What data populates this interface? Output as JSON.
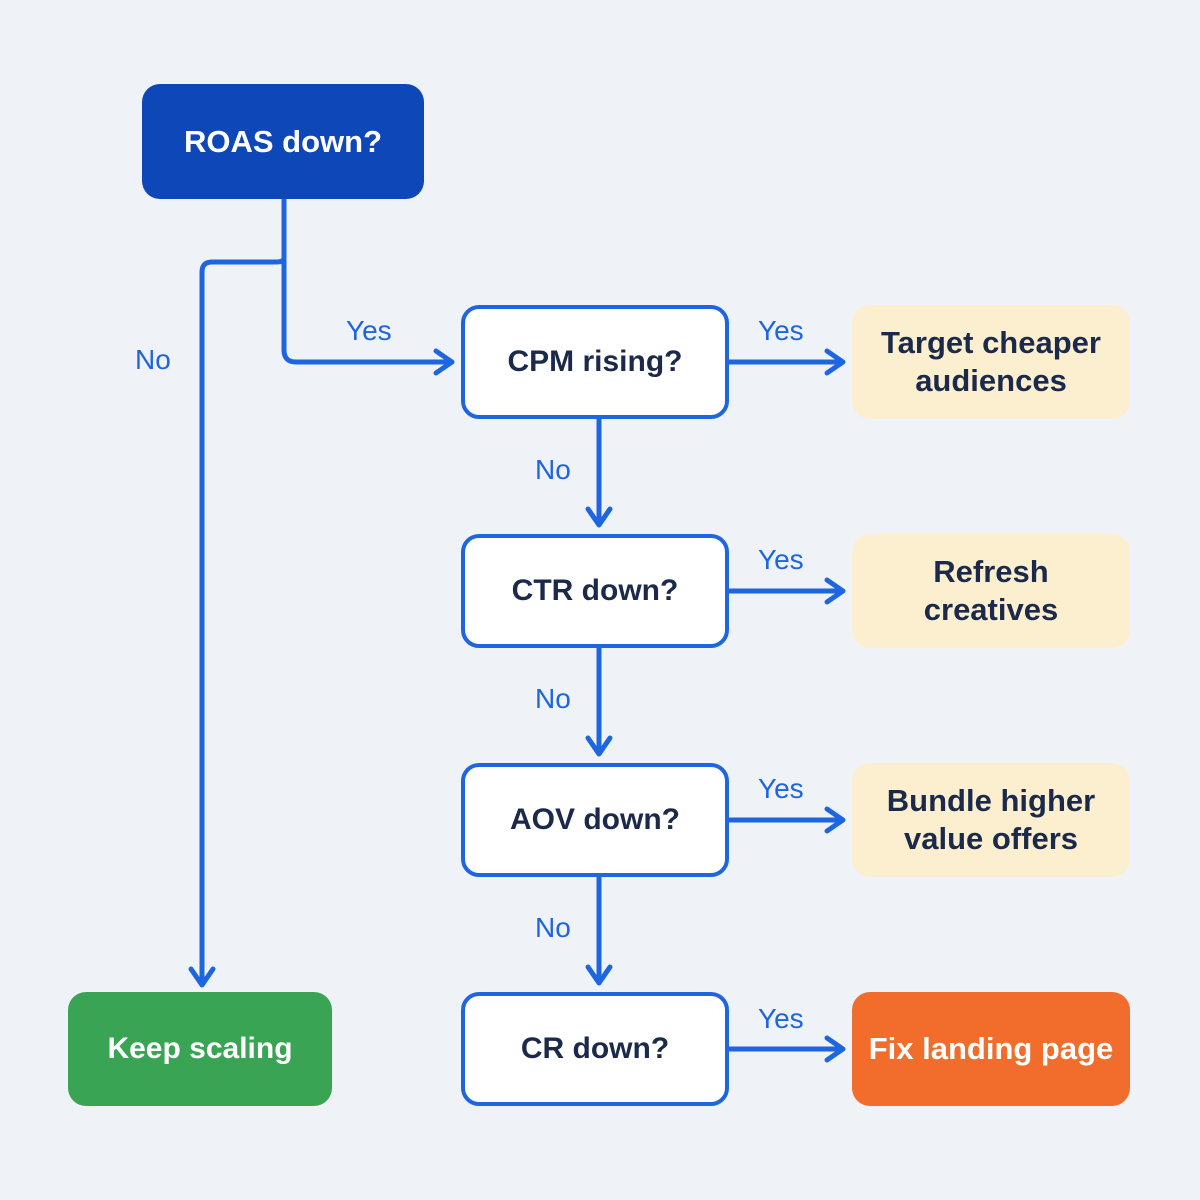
{
  "start": {
    "label": "ROAS down?"
  },
  "decisions": [
    {
      "label": "CPM rising?"
    },
    {
      "label": "CTR down?"
    },
    {
      "label": "AOV down?"
    },
    {
      "label": "CR down?"
    }
  ],
  "actions": [
    {
      "label": "Target cheaper audiences"
    },
    {
      "label": "Refresh creatives"
    },
    {
      "label": "Bundle higher value offers"
    },
    {
      "label": "Fix landing page"
    }
  ],
  "terminal": {
    "label": "Keep scaling"
  },
  "edge_labels": {
    "yes": "Yes",
    "no": "No"
  },
  "colors": {
    "background": "#eff2f7",
    "start_fill": "#0e47b8",
    "decision_border": "#1e65e0",
    "connector": "#1e65e0",
    "action_fill": "#fbefd0",
    "final_action_fill": "#f26d2b",
    "terminal_fill": "#3aa455",
    "text_dark": "#1b2a4a"
  }
}
